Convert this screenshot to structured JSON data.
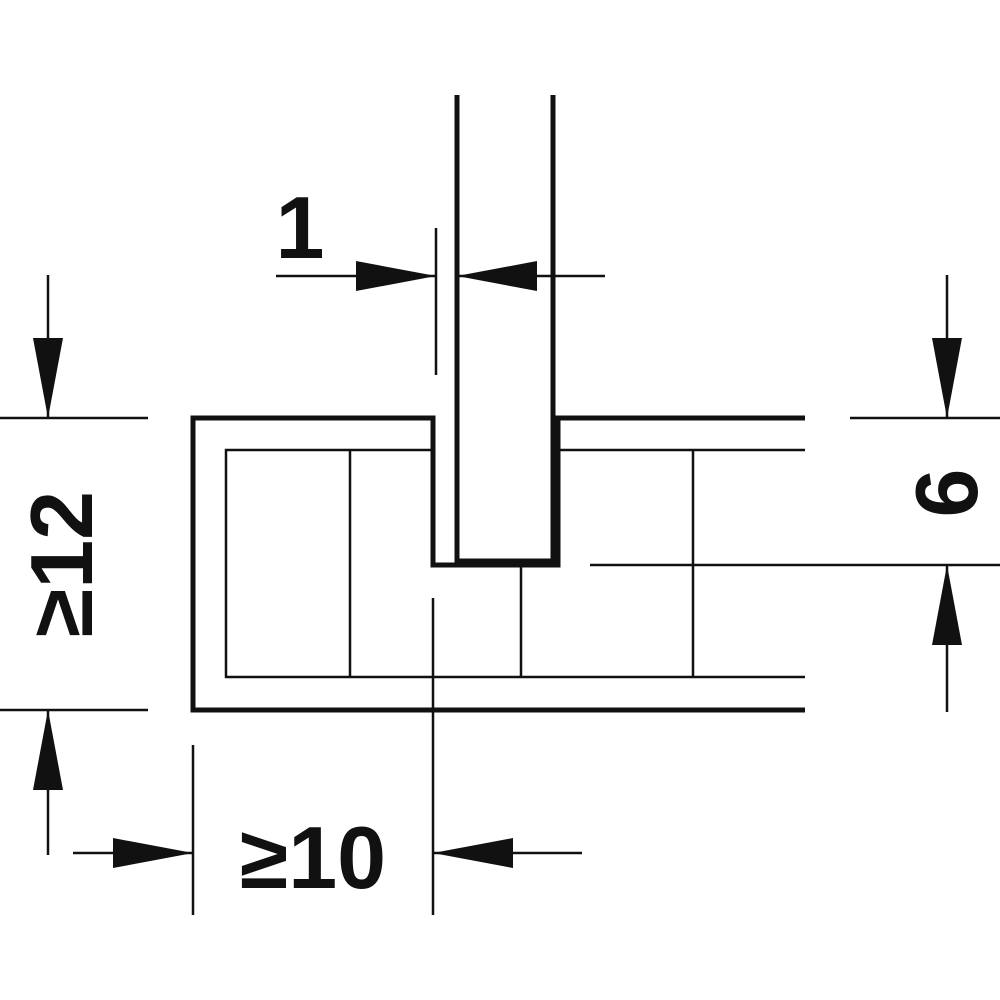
{
  "dimensions": {
    "gap_width": "1",
    "depth": "6",
    "min_height": "≥12",
    "min_edge_distance": "≥10"
  },
  "colors": {
    "line": "#111111",
    "background": "#ffffff"
  }
}
